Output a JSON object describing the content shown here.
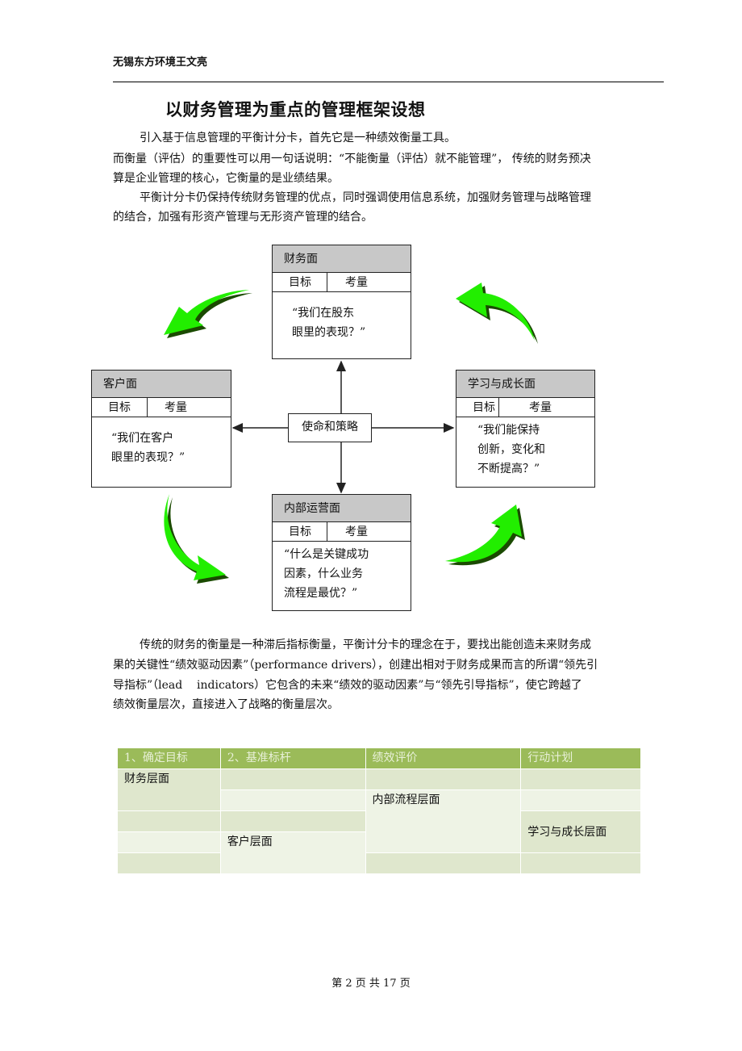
{
  "header": {
    "author": "无锡东方环境王文亮"
  },
  "title": "以财务管理为重点的管理框架设想",
  "intro": {
    "line1": "引入基于信息管理的平衡计分卡，首先它是一种绩效衡量工具。",
    "line2": "而衡量（评估）的重要性可以用一句话说明：“不能衡量（评估）就不能管理”，  传统的财务预决",
    "line3": "算是企业管理的核心，它衡量的是业绩结果。",
    "line4": "平衡计分卡仍保持传统财务管理的优点，同时强调使用信息系统，加强财务管理与战略管理",
    "line5": "的结合，加强有形资产管理与无形资产管理的结合。"
  },
  "diagram": {
    "center": "使命和策略",
    "finance": {
      "title": "财务面",
      "col1": "目标",
      "col2": "考量",
      "q1": "“我们在股东",
      "q2": "眼里的表现？”"
    },
    "customer": {
      "title": "客户面",
      "col1": "目标",
      "col2": "考量",
      "q1": "“我们在客户",
      "q2": "眼里的表现？”"
    },
    "learning": {
      "title": "学习与成长面",
      "col1": "目标",
      "col2": "考量",
      "q1": "“我们能保持",
      "q2": "创新，变化和",
      "q3": "不断提高？”"
    },
    "internal": {
      "title": "内部运营面",
      "col1": "目标",
      "col2": "考量",
      "q1": "“什么是关键成功",
      "q2": "因素，什么业务",
      "q3": "流程是最优？”"
    },
    "arrow_color": "#22ee00"
  },
  "body2": {
    "line1": "传统的财务的衡量是一种滞后指标衡量，平衡计分卡的理念在于，要找出能创造未来财务成",
    "line2": "果的关键性“绩效驱动因素”（performance drivers），创建出相对于财务成果而言的所谓“领先引",
    "line3": "导指标”（lead    indicators）它包含的未来“绩效的驱动因素”与“领先引导指标”，使它跨越了",
    "line4": "绩效衡量层次，直接进入了战略的衡量层次。"
  },
  "table": {
    "headers": [
      "1、确定目标",
      "2、基准标杆",
      "绩效评价",
      "行动计划"
    ],
    "finance": "财务层面",
    "internal": "内部流程层面",
    "learning": "学习与成长层面",
    "customer": "客户层面",
    "header_color": "#9bbb59"
  },
  "footer": "第 2 页 共 17 页"
}
